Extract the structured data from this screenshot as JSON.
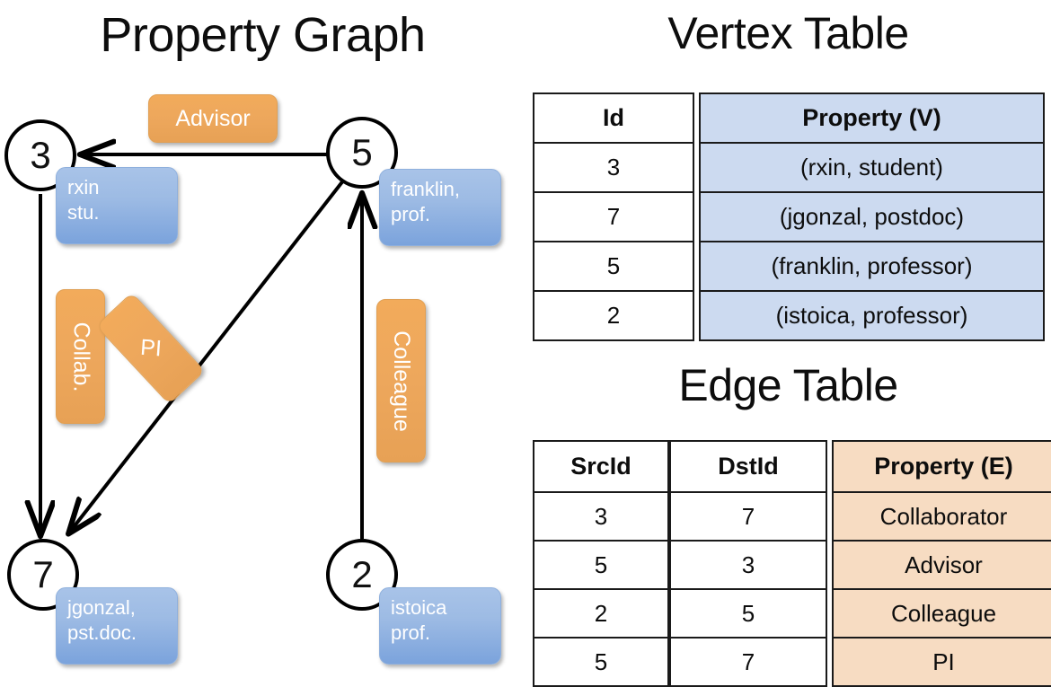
{
  "titles": {
    "property_graph": "Property Graph",
    "vertex_table": "Vertex Table",
    "edge_table": "Edge Table"
  },
  "graph": {
    "nodes": [
      {
        "id": "3",
        "label": "3",
        "property_lines": [
          "rxin",
          "stu."
        ]
      },
      {
        "id": "5",
        "label": "5",
        "property_lines": [
          "franklin,",
          "prof."
        ]
      },
      {
        "id": "7",
        "label": "7",
        "property_lines": [
          "jgonzal,",
          "pst.doc."
        ]
      },
      {
        "id": "2",
        "label": "2",
        "property_lines": [
          "istoica",
          "prof."
        ]
      }
    ],
    "edge_labels": [
      {
        "name": "advisor",
        "text": "Advisor"
      },
      {
        "name": "collab",
        "text": "Collab."
      },
      {
        "name": "pi",
        "text": "PI"
      },
      {
        "name": "colleague",
        "text": "Colleague"
      }
    ],
    "edges": [
      {
        "src": "5",
        "dst": "3",
        "label": "Advisor"
      },
      {
        "src": "3",
        "dst": "7",
        "label": "Collab."
      },
      {
        "src": "5",
        "dst": "7",
        "label": "PI"
      },
      {
        "src": "2",
        "dst": "5",
        "label": "Colleague"
      }
    ]
  },
  "vertex_table": {
    "headers": [
      "Id",
      "Property (V)"
    ],
    "ids": [
      "3",
      "7",
      "5",
      "2"
    ],
    "properties": [
      "(rxin, student)",
      "(jgonzal, postdoc)",
      "(franklin, professor)",
      "(istoica, professor)"
    ]
  },
  "edge_table": {
    "headers": [
      "SrcId",
      "DstId",
      "Property (E)"
    ],
    "src_ids": [
      "3",
      "5",
      "2",
      "5"
    ],
    "dst_ids": [
      "7",
      "3",
      "5",
      "7"
    ],
    "properties": [
      "Collaborator",
      "Advisor",
      "Colleague",
      "PI"
    ]
  },
  "colors": {
    "vertex_fill": "#ccdaf0",
    "edge_fill": "#f7dcc2",
    "node_property_box": "#9dbbe4",
    "edge_label_box": "#eda75c",
    "stroke": "#000000"
  }
}
